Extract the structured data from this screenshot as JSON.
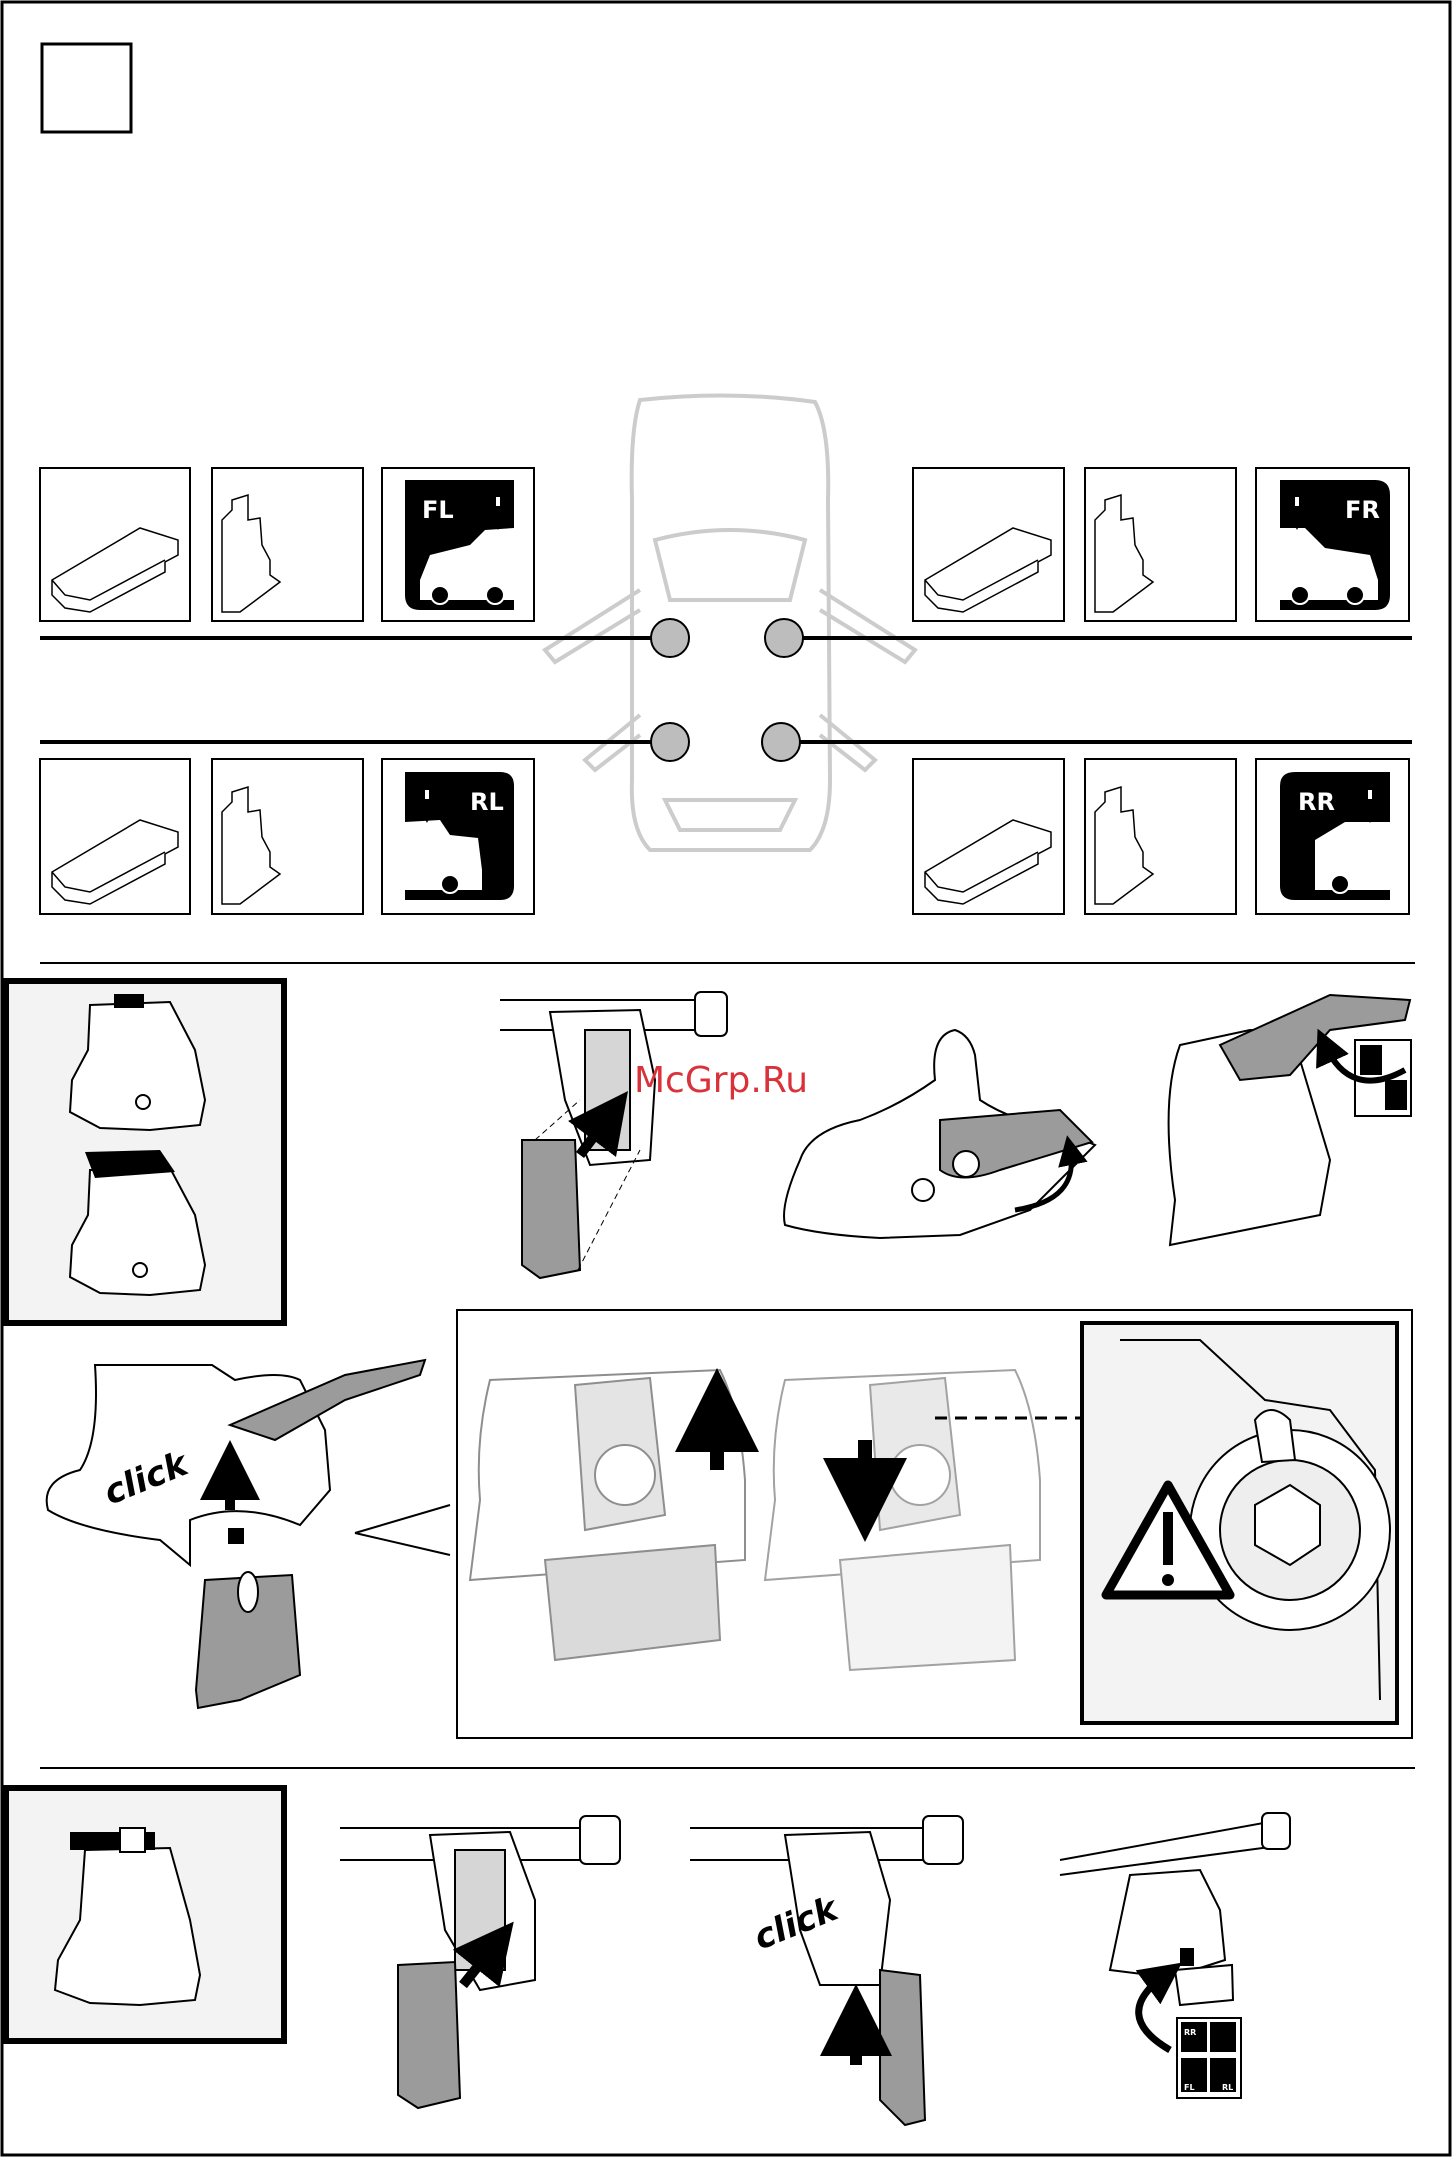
{
  "positions": {
    "front_left": "FL",
    "front_right": "FR",
    "rear_left": "RL",
    "rear_right": "RR"
  },
  "step_text": {
    "click_1": "click",
    "click_2": "click"
  },
  "sticker": {
    "fl": "FL",
    "rl": "RL",
    "rr": "RR"
  },
  "watermark": "McGrp.Ru",
  "colors": {
    "ink": "#000000",
    "panel_gray": "#f3f3f3",
    "part_gray": "#9b9b9b",
    "car_outline": "#cccccc",
    "dot_gray": "#bdbdbd",
    "watermark": "#d9323a"
  },
  "icons": {
    "warning": "warning-triangle-icon",
    "arrow": "arrow-icon"
  }
}
